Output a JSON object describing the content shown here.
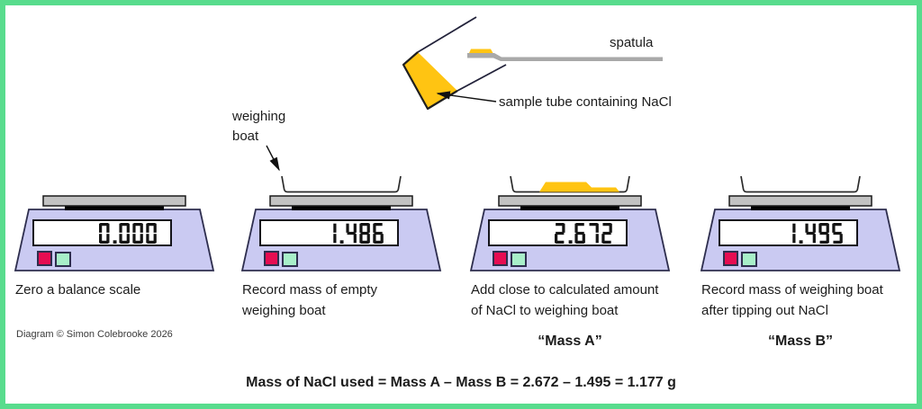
{
  "colors": {
    "frame_green": "#58DC8D",
    "scale_body_lavender": "#CACAF2",
    "scale_outline": "#2E2E4E",
    "platform_gray": "#C2C2C2",
    "display_bg": "#FFFFFF",
    "digit_color": "#141414",
    "button_red": "#E60D52",
    "button_mint": "#A8EFC9",
    "nacl_yellow": "#FFC412",
    "spatula_gray": "#A9A9A9"
  },
  "annotations": {
    "spatula_label": "spatula",
    "sample_tube_label": "sample tube containing NaCl",
    "weighing_boat_label": "weighing\nboat"
  },
  "scales": [
    {
      "display": "0.000",
      "caption": "Zero a balance scale",
      "mass_label": "",
      "has_boat": false,
      "has_nacl": false
    },
    {
      "display": "1.486",
      "caption": "Record mass of empty\nweighing boat",
      "mass_label": "",
      "has_boat": true,
      "has_nacl": false
    },
    {
      "display": "2.672",
      "caption": "Add close to calculated amount\nof NaCl to weighing boat",
      "mass_label": "“Mass A”",
      "has_boat": true,
      "has_nacl": true
    },
    {
      "display": "1.495",
      "caption": "Record mass of weighing boat\nafter tipping out NaCl",
      "mass_label": "“Mass B”",
      "has_boat": true,
      "has_nacl": false
    }
  ],
  "formula": "Mass of NaCl used = Mass A – Mass B = 2.672 – 1.495 = 1.177 g",
  "credit": "Diagram © Simon Colebrooke 2026"
}
